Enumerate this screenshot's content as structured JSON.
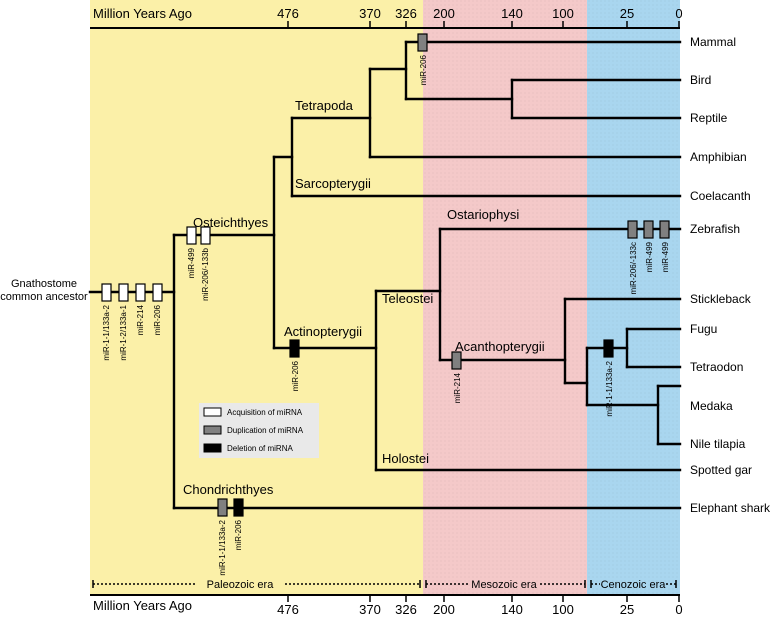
{
  "axis": {
    "label": "Million Years Ago",
    "ticks": [
      "476",
      "370",
      "326",
      "200",
      "140",
      "100",
      "25",
      "0"
    ]
  },
  "eras": {
    "paleozoic": "Paleozoic era",
    "mesozoic": "Mesozoic era",
    "cenozoic": "Cenozoic era"
  },
  "root": {
    "label_line1": "Gnathostome",
    "label_line2": "common ancestor"
  },
  "clades": {
    "osteichthyes": "Osteichthyes",
    "tetrapoda": "Tetrapoda",
    "sarcopterygii": "Sarcopterygii",
    "actinopterygii": "Actinopterygii",
    "teleostei": "Teleostei",
    "ostariophysi": "Ostariophysi",
    "acanthopterygii": "Acanthopterygii",
    "holostei": "Holostei",
    "chondrichthyes": "Chondrichthyes"
  },
  "taxa": [
    "Mammal",
    "Bird",
    "Reptile",
    "Amphibian",
    "Coelacanth",
    "Zebrafish",
    "Stickleback",
    "Fugu",
    "Tetraodon",
    "Medaka",
    "Nile tilapia",
    "Spotted gar",
    "Elephant shark"
  ],
  "mirna": {
    "root_1": "miR-1-1/133a-2",
    "root_2": "miR-1-2/133a-1",
    "root_3": "miR-214",
    "root_4": "miR-206",
    "ost_1": "miR-499",
    "ost_2": "miR-206/-133b",
    "mammal": "miR-206",
    "actino": "miR-206",
    "acanth": "miR-214",
    "zebra_1": "miR-206/-133c",
    "zebra_2": "miR-499",
    "zebra_3": "miR-499",
    "fugu_tetra": "miR-1-1/133a-2",
    "shark_1": "miR-1-1/133a-2",
    "shark_2": "miR-206"
  },
  "legend": {
    "acquisition": "Acquisition of miRNA",
    "duplication": "Duplication of miRNA",
    "deletion": "Deletion of miRNA"
  },
  "colors": {
    "paleozoic": "#fbf0a8",
    "mesozoic": "#f4c9c9",
    "cenozoic": "#a9d6ef",
    "acquisition": "#ffffff",
    "duplication": "#808080",
    "deletion": "#000000"
  }
}
